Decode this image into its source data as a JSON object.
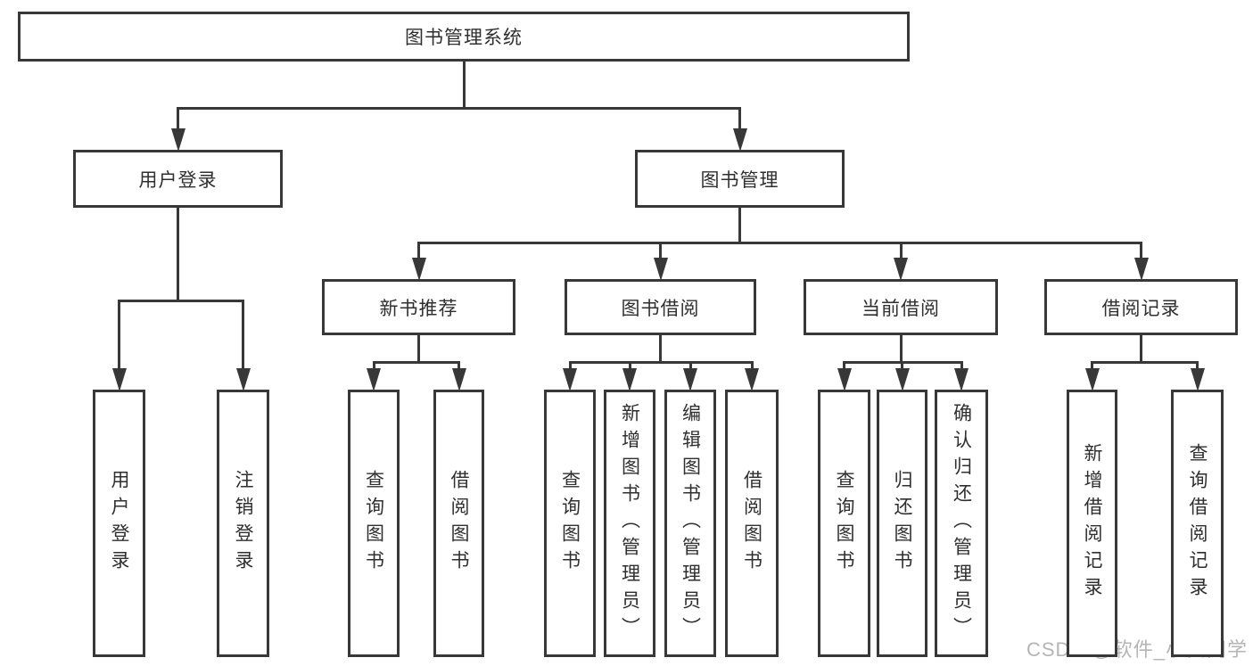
{
  "diagram": {
    "title": "图书管理系统",
    "nodes": [
      {
        "id": "root",
        "label": "图书管理系统",
        "orientation": "horizontal"
      },
      {
        "id": "user-login",
        "label": "用户登录",
        "orientation": "horizontal"
      },
      {
        "id": "book-mgmt",
        "label": "图书管理",
        "orientation": "horizontal"
      },
      {
        "id": "new-book-rec",
        "label": "新书推荐",
        "orientation": "horizontal"
      },
      {
        "id": "book-borrow",
        "label": "图书借阅",
        "orientation": "horizontal"
      },
      {
        "id": "current-borrow",
        "label": "当前借阅",
        "orientation": "horizontal"
      },
      {
        "id": "borrow-records",
        "label": "借阅记录",
        "orientation": "horizontal"
      },
      {
        "id": "leaf-user-login",
        "label": "用户登录",
        "orientation": "vertical"
      },
      {
        "id": "leaf-logout",
        "label": "注销登录",
        "orientation": "vertical"
      },
      {
        "id": "leaf-nbr-query",
        "label": "查询图书",
        "orientation": "vertical"
      },
      {
        "id": "leaf-nbr-borrow",
        "label": "借阅图书",
        "orientation": "vertical"
      },
      {
        "id": "leaf-bb-query",
        "label": "查询图书",
        "orientation": "vertical"
      },
      {
        "id": "leaf-bb-add",
        "label": "新增图书（管理员）",
        "orientation": "vertical"
      },
      {
        "id": "leaf-bb-edit",
        "label": "编辑图书（管理员）",
        "orientation": "vertical"
      },
      {
        "id": "leaf-bb-borrow",
        "label": "借阅图书",
        "orientation": "vertical"
      },
      {
        "id": "leaf-cb-query",
        "label": "查询图书",
        "orientation": "vertical"
      },
      {
        "id": "leaf-cb-return",
        "label": "归还图书",
        "orientation": "vertical"
      },
      {
        "id": "leaf-cb-confirm",
        "label": "确认归还（管理员）",
        "orientation": "vertical"
      },
      {
        "id": "leaf-br-add",
        "label": "新增借阅记录",
        "orientation": "vertical"
      },
      {
        "id": "leaf-br-query",
        "label": "查询借阅记录",
        "orientation": "vertical"
      }
    ],
    "edges": [
      {
        "from": "root",
        "to": "user-login"
      },
      {
        "from": "root",
        "to": "book-mgmt"
      },
      {
        "from": "user-login",
        "to": "leaf-user-login"
      },
      {
        "from": "user-login",
        "to": "leaf-logout"
      },
      {
        "from": "book-mgmt",
        "to": "new-book-rec"
      },
      {
        "from": "book-mgmt",
        "to": "book-borrow"
      },
      {
        "from": "book-mgmt",
        "to": "current-borrow"
      },
      {
        "from": "book-mgmt",
        "to": "borrow-records"
      },
      {
        "from": "new-book-rec",
        "to": "leaf-nbr-query"
      },
      {
        "from": "new-book-rec",
        "to": "leaf-nbr-borrow"
      },
      {
        "from": "book-borrow",
        "to": "leaf-bb-query"
      },
      {
        "from": "book-borrow",
        "to": "leaf-bb-add"
      },
      {
        "from": "book-borrow",
        "to": "leaf-bb-edit"
      },
      {
        "from": "book-borrow",
        "to": "leaf-bb-borrow"
      },
      {
        "from": "current-borrow",
        "to": "leaf-cb-query"
      },
      {
        "from": "current-borrow",
        "to": "leaf-cb-return"
      },
      {
        "from": "current-borrow",
        "to": "leaf-cb-confirm"
      },
      {
        "from": "borrow-records",
        "to": "leaf-br-add"
      },
      {
        "from": "borrow-records",
        "to": "leaf-br-query"
      }
    ]
  },
  "watermark": {
    "text": "CSDN @软件_小贺同学"
  },
  "colors": {
    "stroke": "#383838",
    "box_fill": "#ffffff",
    "text": "#2f2f2f",
    "background": "#ffffff",
    "watermark": "#b5b5b5"
  }
}
